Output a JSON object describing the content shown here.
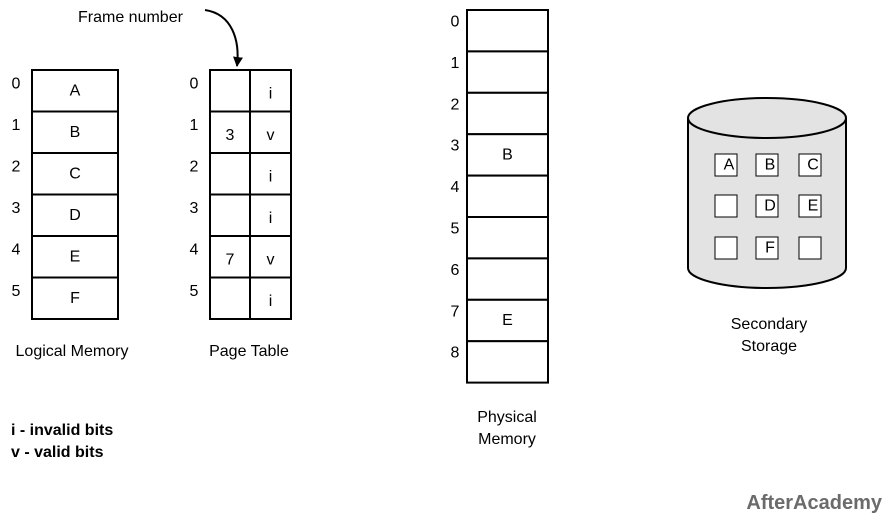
{
  "frame_number_label": "Frame number",
  "logical_memory": {
    "title": "Logical Memory",
    "indices": [
      "0",
      "1",
      "2",
      "3",
      "4",
      "5"
    ],
    "entries": [
      "A",
      "B",
      "C",
      "D",
      "E",
      "F"
    ]
  },
  "page_table": {
    "title": "Page Table",
    "indices": [
      "0",
      "1",
      "2",
      "3",
      "4",
      "5"
    ],
    "frames": [
      "",
      "3",
      "",
      "",
      "7",
      ""
    ],
    "bits": [
      "i",
      "v",
      "i",
      "i",
      "v",
      "i"
    ]
  },
  "physical_memory": {
    "title_line1": "Physical",
    "title_line2": "Memory",
    "indices": [
      "0",
      "1",
      "2",
      "3",
      "4",
      "5",
      "6",
      "7",
      "8"
    ],
    "entries": [
      "",
      "",
      "",
      "B",
      "",
      "",
      "",
      "E",
      ""
    ]
  },
  "secondary_storage": {
    "title_line1": "Secondary",
    "title_line2": "Storage",
    "rows": [
      [
        "A",
        "B",
        "C"
      ],
      [
        "",
        "D",
        "E"
      ],
      [
        "",
        "F",
        ""
      ]
    ]
  },
  "legend": {
    "invalid": "i - invalid bits",
    "valid": "v - valid bits"
  },
  "brand": "AfterAcademy",
  "colors": {
    "stroke": "#000000",
    "background": "#ffffff",
    "brand": "#6b6b6b"
  }
}
